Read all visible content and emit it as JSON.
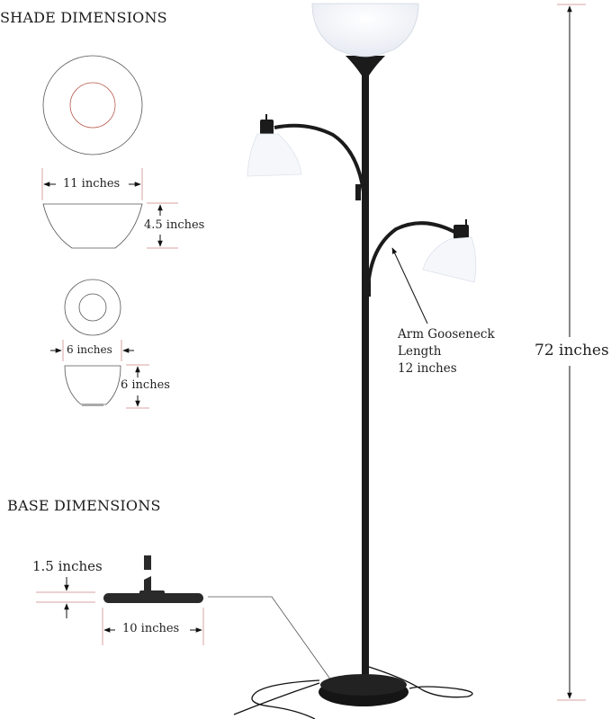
{
  "headings": {
    "shade": "SHADE DIMENSIONS",
    "base": "BASE DIMENSIONS"
  },
  "shade_large": {
    "width_label": "11 inches",
    "height_label": "4.5 inches"
  },
  "shade_small": {
    "width_label": "6 inches",
    "height_label": "6 inches"
  },
  "base": {
    "height_label": "1.5 inches",
    "width_label": "10 inches"
  },
  "lamp": {
    "total_height_label": "72 inches",
    "gooseneck_callout": {
      "line1": "Arm Gooseneck",
      "line2": "Length",
      "line3": "12 inches"
    }
  },
  "colors": {
    "dimension_tick": "#d9a3a3",
    "lamp_body": "#1b1b1b",
    "shade_white": "#f4f6fa",
    "inner_ring": "#c0584d"
  }
}
